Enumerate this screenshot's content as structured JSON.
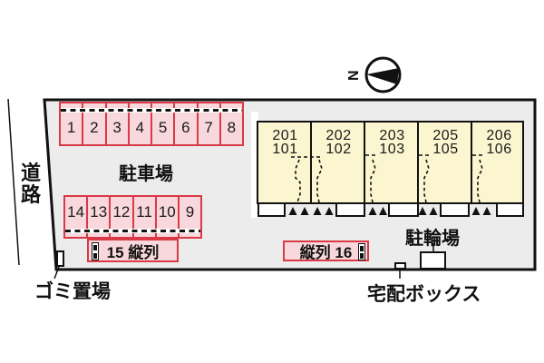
{
  "labels": {
    "road": "道路",
    "parking_area": "駐車場",
    "bicycle_parking": "駐輪場",
    "delivery_box": "宅配ボックス",
    "garbage_area": "ゴミ置場",
    "compass_north": "N",
    "tandem_15": "15 縦列",
    "tandem_16": "縦列 16"
  },
  "parking": {
    "top_row_spaces": [
      "1",
      "2",
      "3",
      "4",
      "5",
      "6",
      "7",
      "8"
    ],
    "bottom_row_spaces": [
      "14",
      "13",
      "12",
      "11",
      "10",
      "9"
    ]
  },
  "building": {
    "units": [
      {
        "upper": "201",
        "lower": "101"
      },
      {
        "upper": "202",
        "lower": "102"
      },
      {
        "upper": "203",
        "lower": "103"
      },
      {
        "upper": "205",
        "lower": "105"
      },
      {
        "upper": "206",
        "lower": "106"
      }
    ]
  },
  "colors": {
    "site_fill": "#ececec",
    "parking_fill": "#f8d8dc",
    "parking_border": "#d93a45",
    "unit_fill": "#fbf6d0",
    "line": "#111111"
  }
}
